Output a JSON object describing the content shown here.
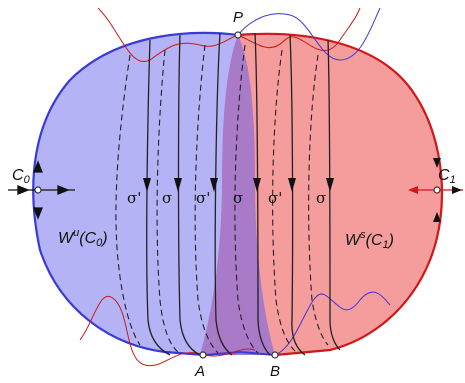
{
  "labels": {
    "P": "P",
    "A": "A",
    "B": "B",
    "C0": "C",
    "C0_sub": "0",
    "C1": "C",
    "C1_sub": "1",
    "Wu": "W",
    "Wu_sup": "u",
    "Wu_arg": "(C",
    "Wu_sub": "0",
    "Wu_close": ")",
    "Ws": "W",
    "Ws_sup": "s",
    "Ws_arg": "(C",
    "Ws_sub": "1",
    "Ws_close": ")"
  },
  "sigma_labels": [
    "σ'",
    "σ",
    "σ'",
    "σ",
    "σ'",
    "σ"
  ],
  "colors": {
    "unstable_region": "#b3b3f5",
    "stable_region": "#f59c9c",
    "overlap_region": "#a87ac8",
    "blue_curve": "#3a3ad8",
    "red_curve": "#d01818",
    "flow_line": "#222222"
  }
}
